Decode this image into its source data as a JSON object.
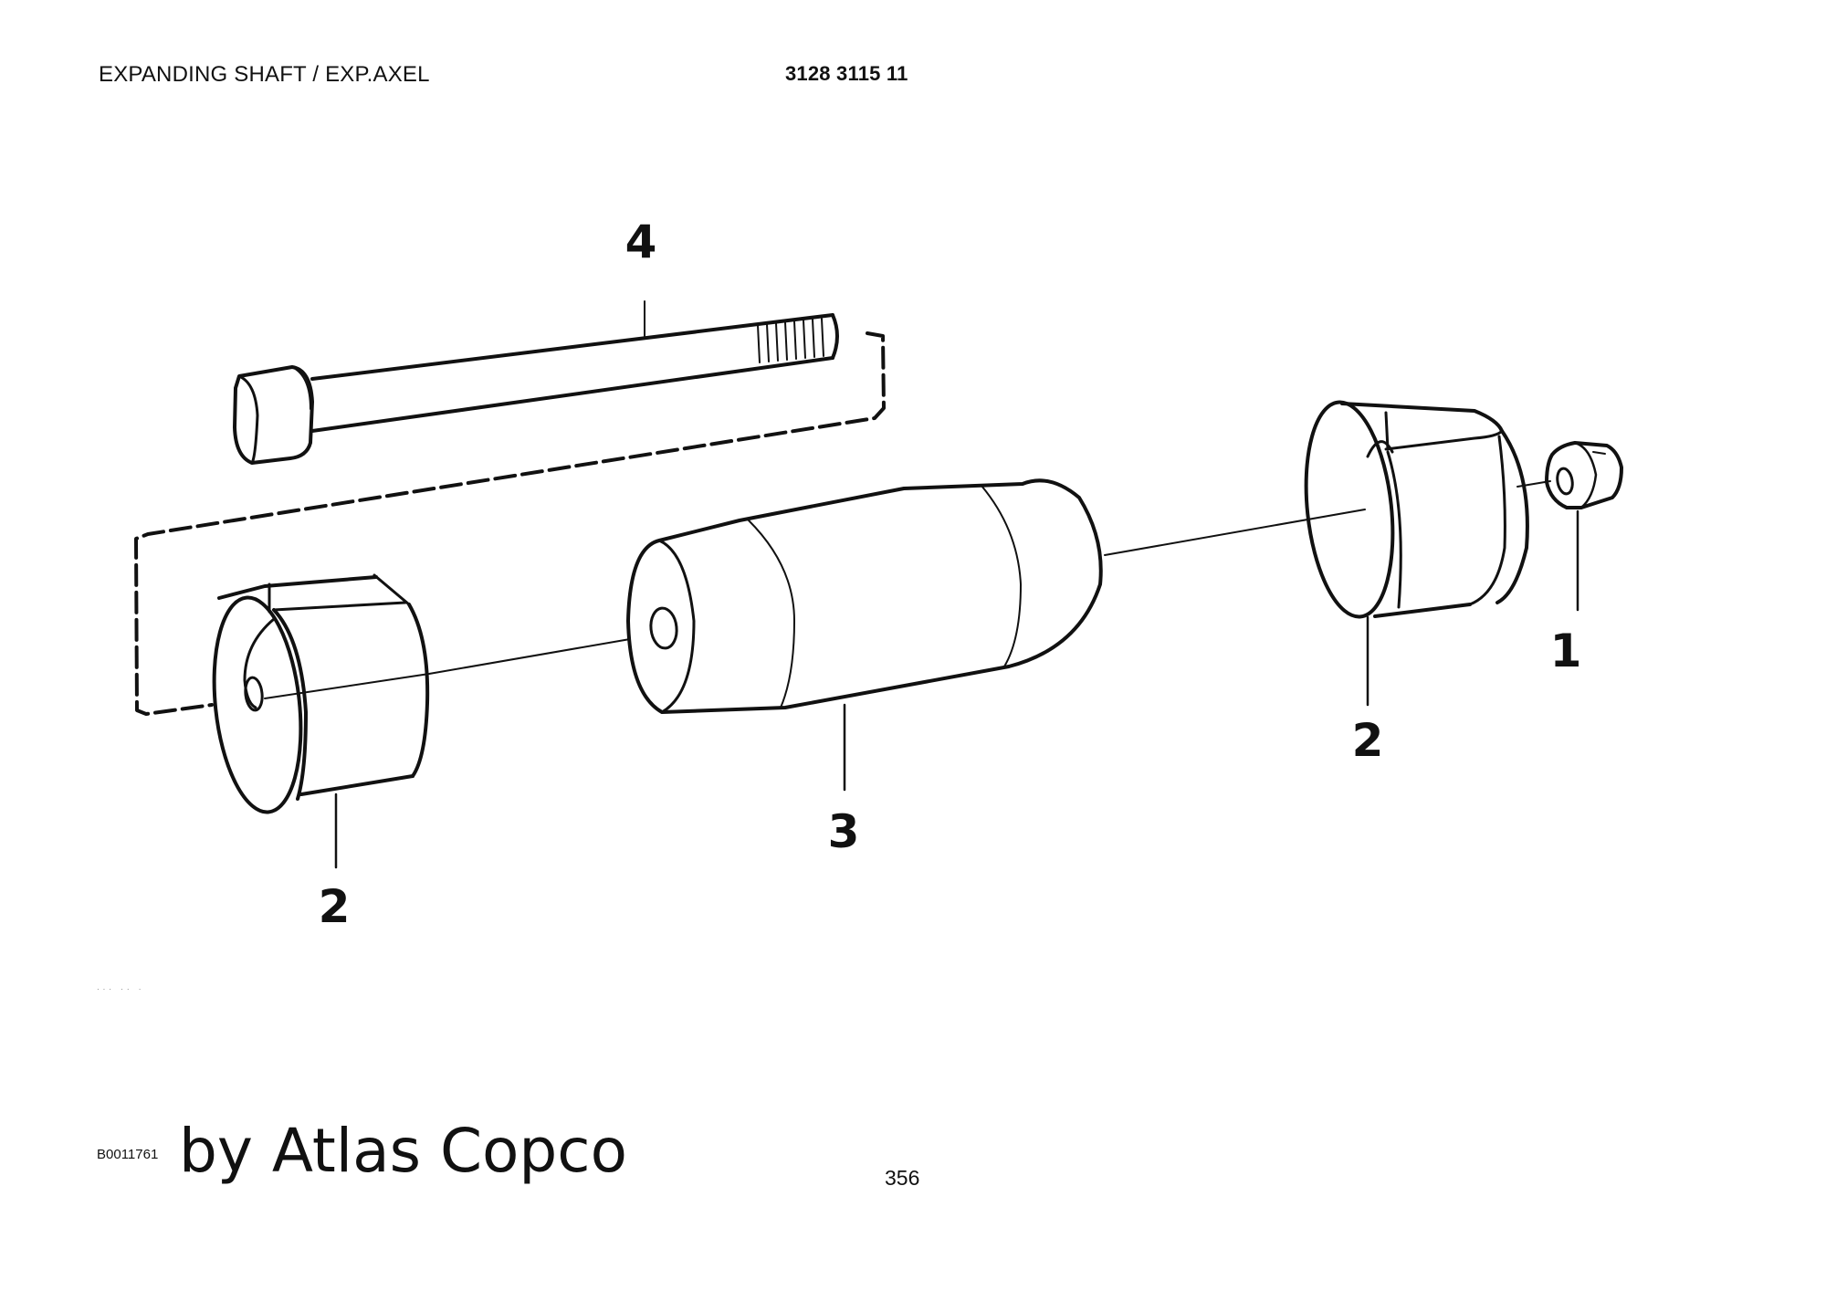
{
  "header": {
    "title": "EXPANDING SHAFT / EXP.AXEL",
    "part_number": "3128 3115 11"
  },
  "callouts": {
    "nut": "1",
    "sleeve_left": "2",
    "sleeve_right": "2",
    "expander": "3",
    "bolt": "4"
  },
  "footer": {
    "image_ref": "B0011761",
    "credit": "by Atlas Copco",
    "page_number": "356",
    "marks": "··· ·· ·"
  },
  "colors": {
    "line": "#111111",
    "background": "#ffffff"
  }
}
